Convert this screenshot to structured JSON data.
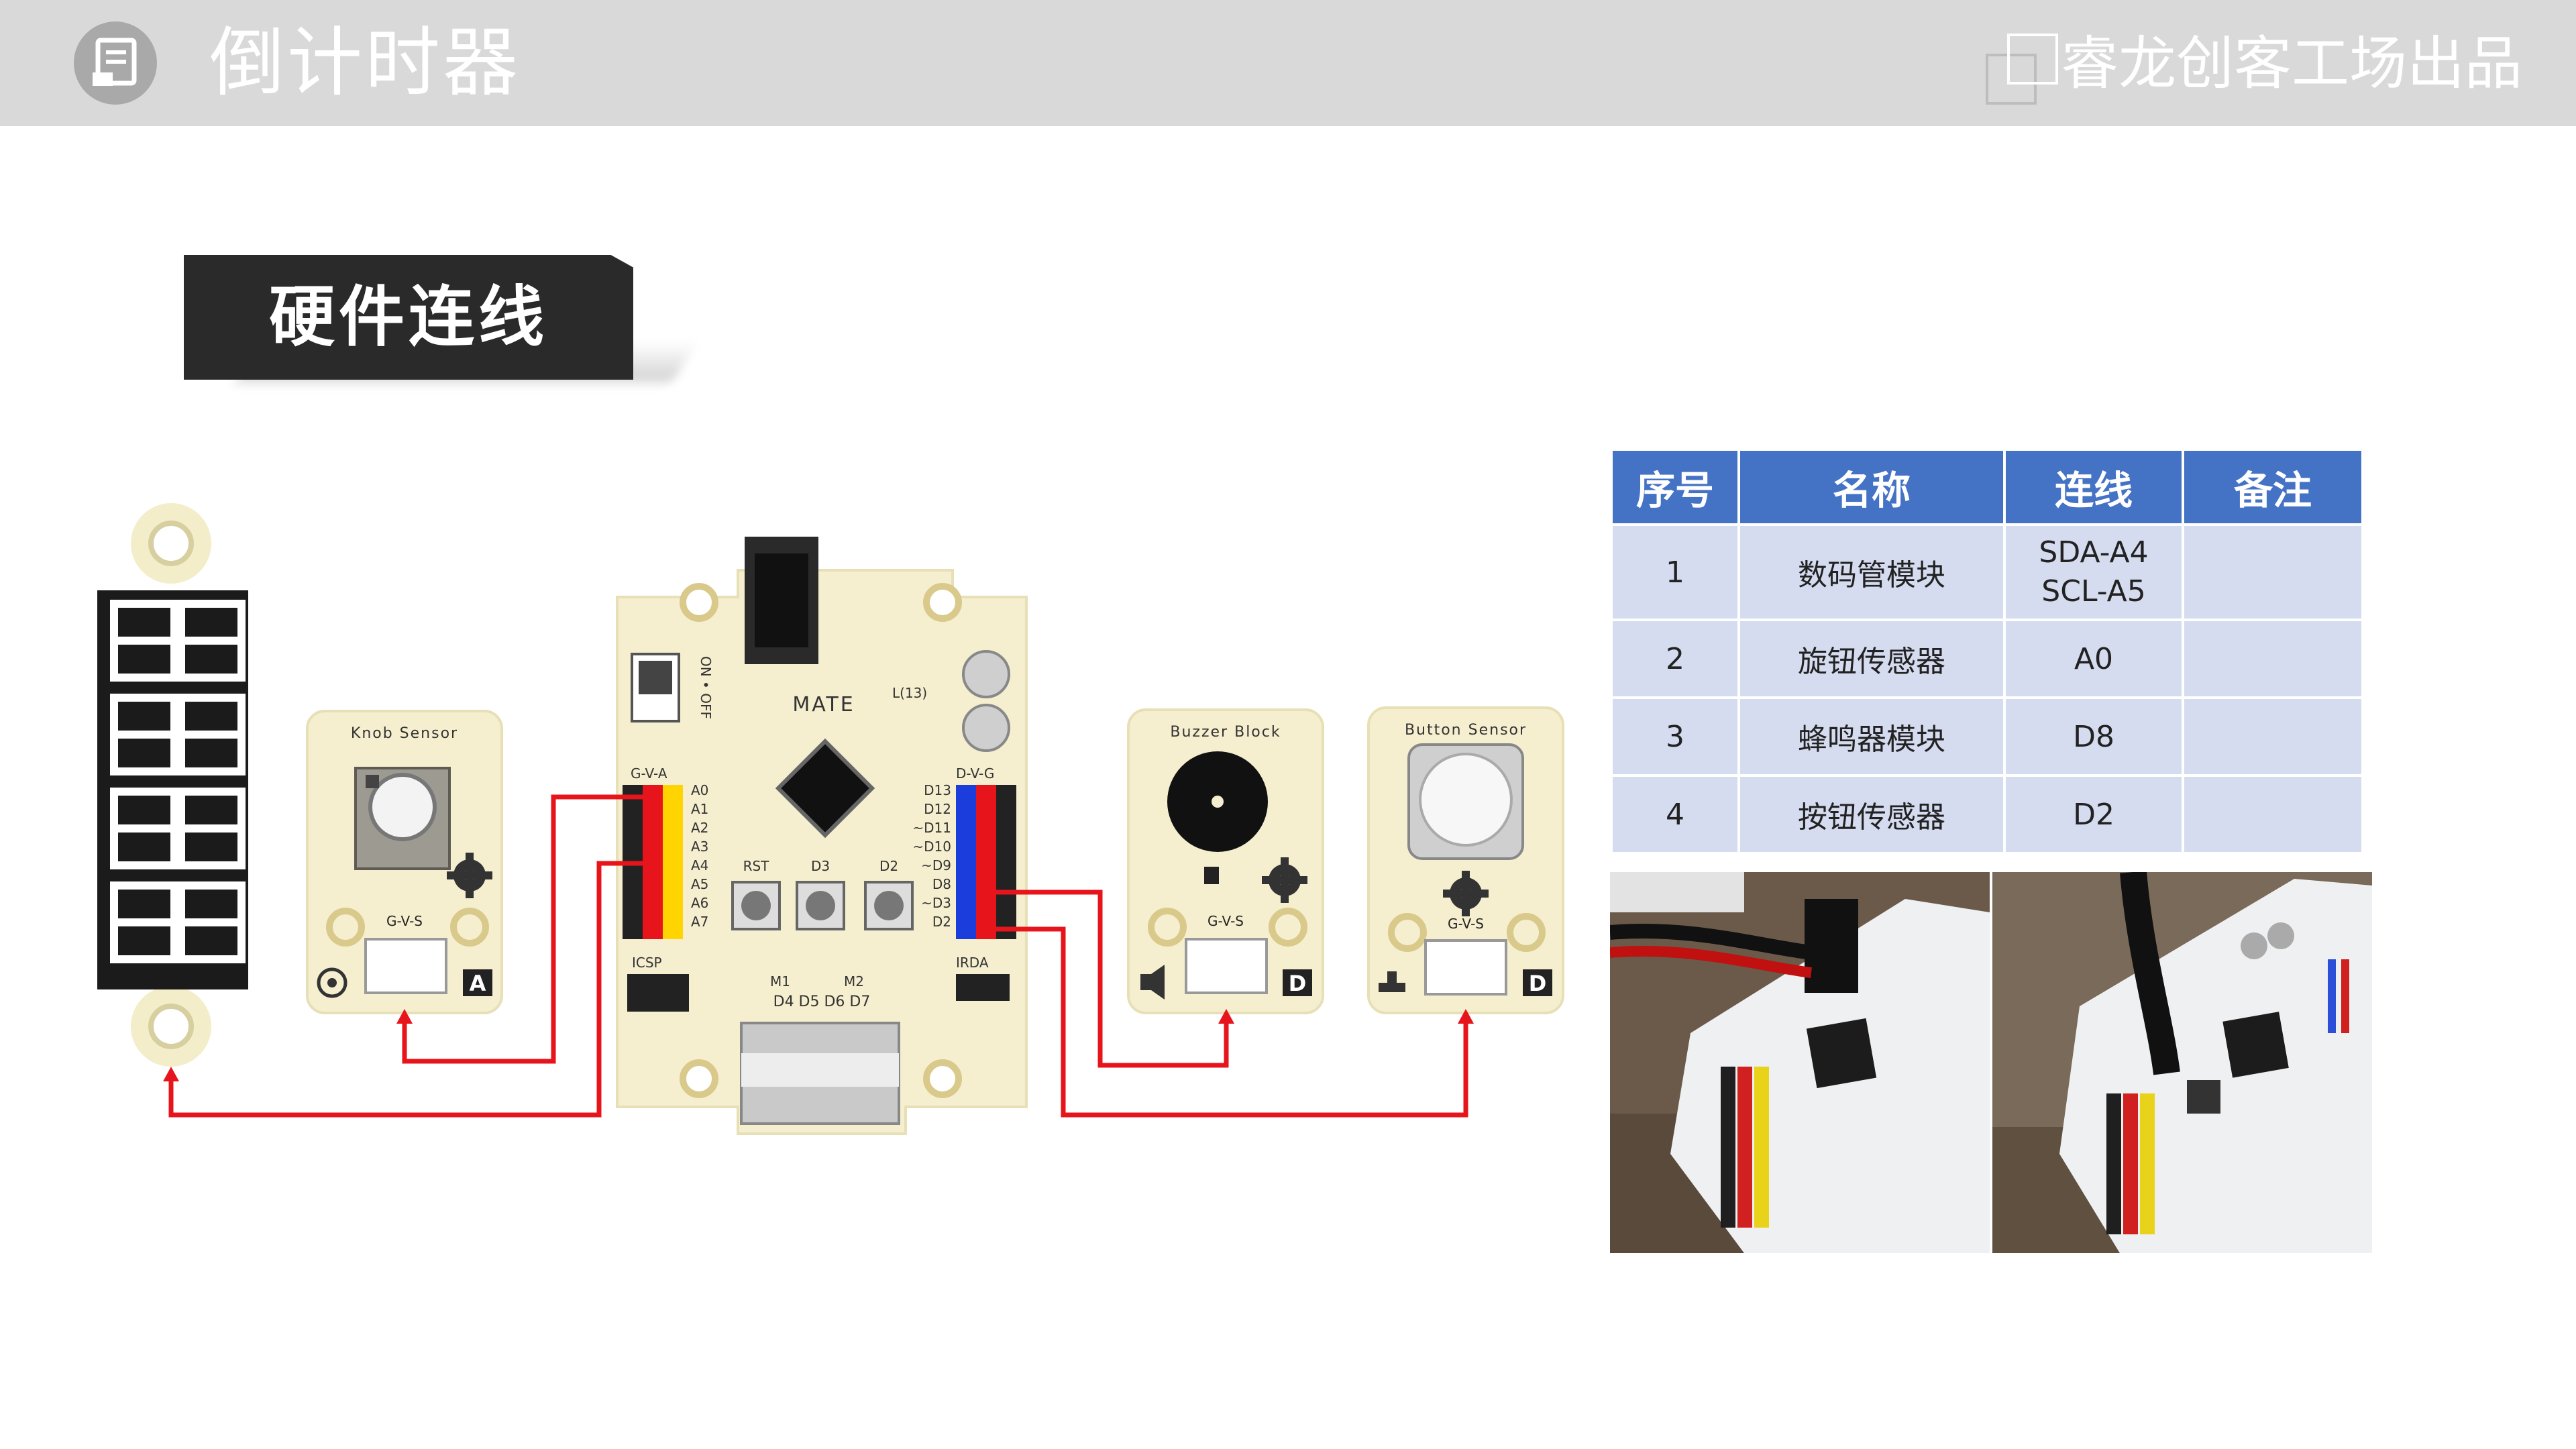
{
  "header": {
    "title": "倒计时器",
    "brand": "睿龙创客工场出品",
    "bg_color": "#d9d9d9"
  },
  "section": {
    "title": "硬件连线"
  },
  "modules": {
    "knob": {
      "title": "Knob Sensor",
      "port_label": "G-V-S",
      "type_letter": "A"
    },
    "buzzer": {
      "title": "Buzzer Block",
      "port_label": "G-V-S",
      "type_letter": "D"
    },
    "button": {
      "title": "Button Sensor",
      "port_label": "G-V-S",
      "type_letter": "D"
    },
    "board": {
      "name": "MATE",
      "power_switch": "ON • OFF",
      "led_label": "L(13)",
      "left_header": "G-V-A",
      "right_header": "D-V-G",
      "analog_pins": [
        "A0",
        "A1",
        "A2",
        "A3",
        "A4",
        "A5",
        "A6",
        "A7"
      ],
      "digital_pins": [
        "D13",
        "D12",
        "~D11",
        "~D10",
        "~D9",
        "D8",
        "~D3",
        "D2"
      ],
      "buttons": [
        "RST",
        "D3",
        "D2"
      ],
      "icsp": "ICSP",
      "irda": "IRDA",
      "motor_labels": [
        "M1",
        "M2"
      ],
      "bottom_pins": "D4 D5 D6 D7"
    }
  },
  "table": {
    "headers": [
      "序号",
      "名称",
      "连线",
      "备注"
    ],
    "rows": [
      {
        "no": "1",
        "name": "数码管模块",
        "conn1": "SDA-A4",
        "conn2": "SCL-A5",
        "note": ""
      },
      {
        "no": "2",
        "name": "旋钮传感器",
        "conn1": "A0",
        "conn2": "",
        "note": ""
      },
      {
        "no": "3",
        "name": "蜂鸣器模块",
        "conn1": "D8",
        "conn2": "",
        "note": ""
      },
      {
        "no": "4",
        "name": "按钮传感器",
        "conn1": "D2",
        "conn2": "",
        "note": ""
      }
    ],
    "header_color": "#4472c4",
    "cell_color": "#d6dcf0"
  },
  "colors": {
    "wire": "#e8141b",
    "board": "#f5efcf",
    "pin_yellow": "#ffd400",
    "pin_red": "#e8141b",
    "pin_blue": "#1a3ddb"
  }
}
